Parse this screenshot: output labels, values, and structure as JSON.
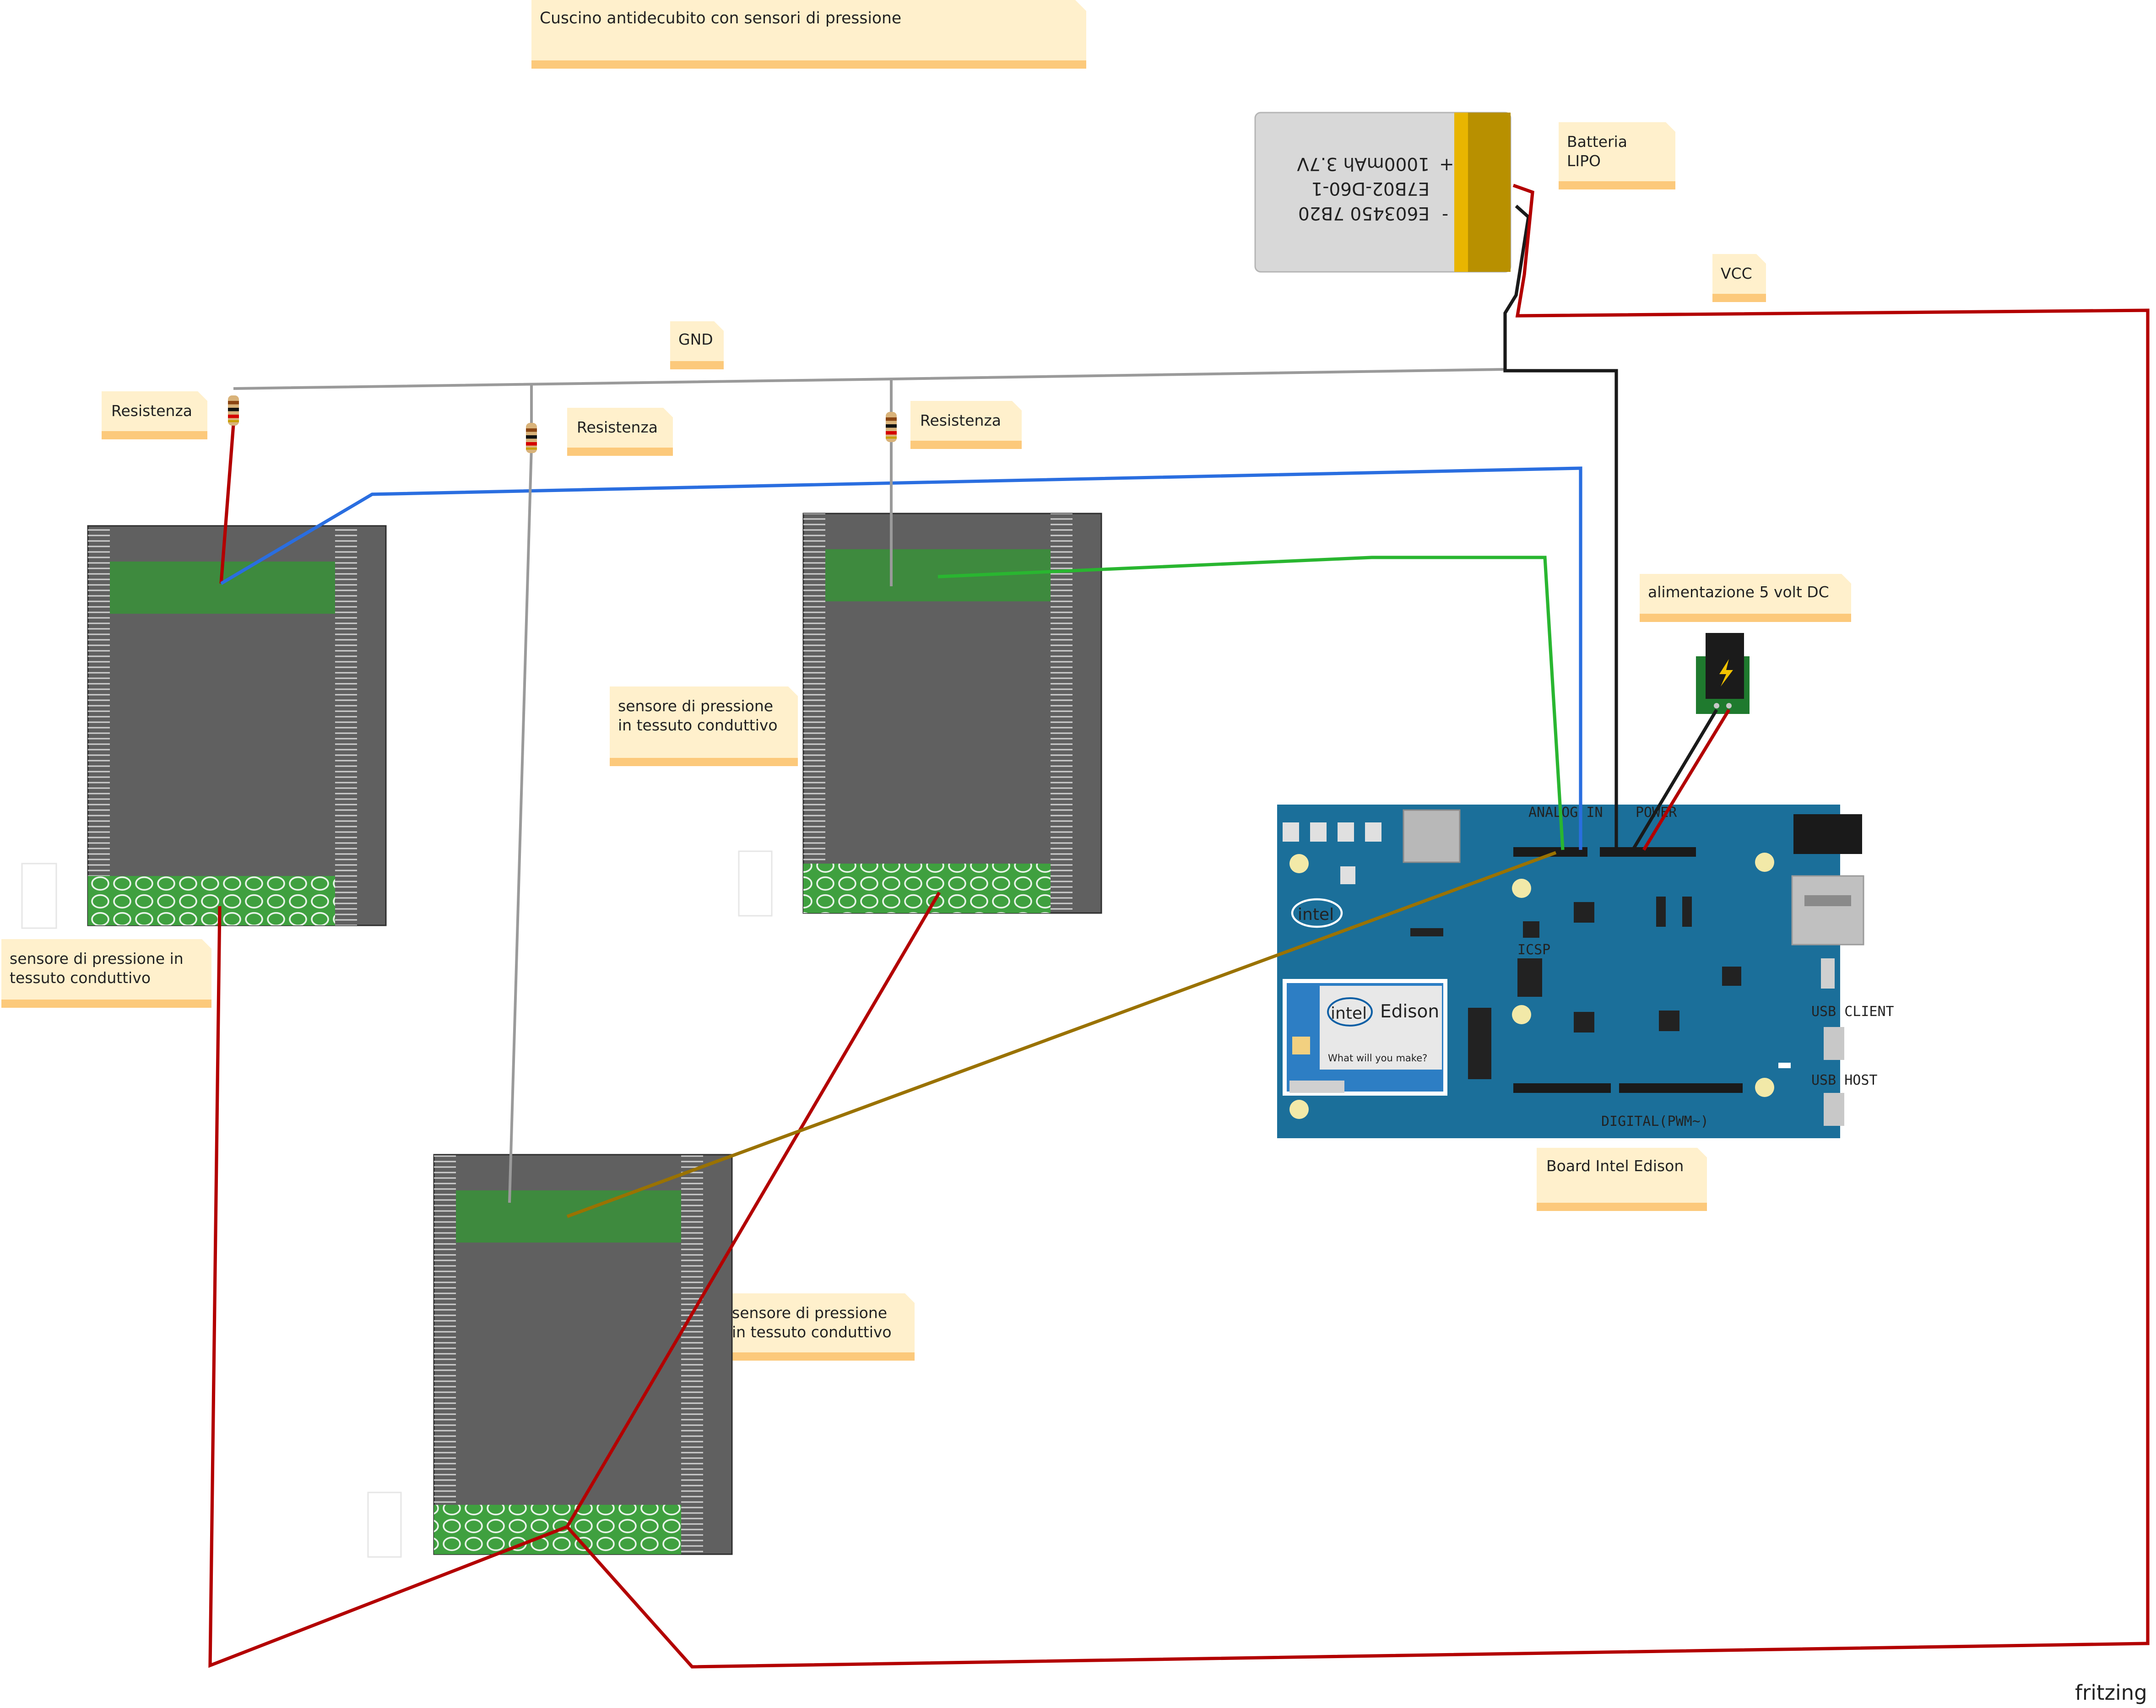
{
  "title_note": "Cuscino antidecubito con sensori di pressione",
  "notes": {
    "battery": [
      "Batteria",
      "LIPO"
    ],
    "vcc": "VCC",
    "gnd": "GND",
    "resistor_left": "Resistenza",
    "resistor_mid": "Resistenza",
    "resistor_right": "Resistenza",
    "power_supply": "alimentazione 5 volt DC",
    "sensor_left": [
      "sensore di pressione in",
      "tessuto conduttivo"
    ],
    "sensor_mid": [
      "sensore di pressione",
      "in tessuto conduttivo"
    ],
    "sensor_bottom": [
      "sensore di pressione",
      "in tessuto conduttivo"
    ],
    "board": "Board Intel Edison"
  },
  "battery": {
    "lines": [
      "E603450 7B20",
      "E7B02-D60-1",
      "1000mAh 3.7V"
    ],
    "plus": "+",
    "minus": "-"
  },
  "board": {
    "logo": "intel",
    "module_logo": "intel",
    "module_name": "Edison",
    "module_tagline": "What will you make?",
    "analog_header": "ANALOG IN",
    "power_header": "POWER",
    "digital_header": "DIGITAL(PWM~)",
    "usb_client": "USB CLIENT",
    "usb_host": "USB HOST",
    "icsp": "ICSP"
  },
  "watermark": "fritzing",
  "colors": {
    "note_bg": "#fff0cc",
    "note_bar": "#fcc97b",
    "wire_red": "#b30000",
    "wire_blue": "#2a6ee0",
    "wire_green": "#29b630",
    "wire_black": "#1a1a1a",
    "wire_gray": "#9a9a9a",
    "wire_brown": "#9a7200",
    "board": "#1b6f9a"
  }
}
